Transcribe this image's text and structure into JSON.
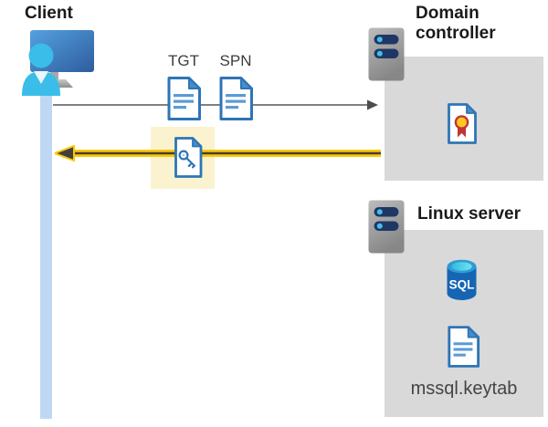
{
  "nodes": {
    "client": {
      "label": "Client"
    },
    "domain_controller": {
      "label": "Domain controller"
    },
    "linux_server": {
      "label": "Linux server"
    }
  },
  "labels": {
    "tgt": "TGT",
    "spn": "SPN",
    "sql": "SQL",
    "keytab": "mssql.keytab"
  },
  "flows": [
    {
      "from": "client",
      "to": "domain_controller",
      "carries": [
        "TGT",
        "SPN"
      ],
      "style": "thin-gray-arrow"
    },
    {
      "from": "domain_controller",
      "to": "client",
      "carries": [
        "service-ticket-key"
      ],
      "style": "yellow-highlighted-arrow"
    }
  ],
  "colors": {
    "panel_gray": "#d9d9d9",
    "lifeline_blue": "#bed8f4",
    "highlight_yellow": "#fbf3cf",
    "arrow_yellow": "#ffc700",
    "arrow_dark": "#404040",
    "request_line_gray": "#7f7f7f",
    "doc_border_blue": "#2e75b6",
    "doc_line_blue": "#5b9bd5",
    "person_cyan": "#3abde8",
    "monitor_blue": "#2e5c9e",
    "server_slot_navy": "#1e3765",
    "server_dot_cyan": "#40c0e8",
    "sql_body_blue": "#1565b3",
    "cert_gold": "#ffc91f",
    "cert_red": "#c13438"
  }
}
